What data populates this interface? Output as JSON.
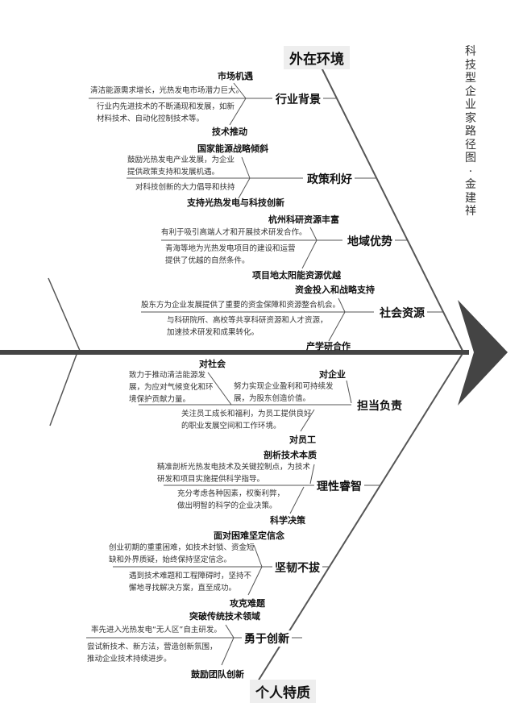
{
  "title": "科技型企业家路径图·金建祥",
  "upper": {
    "header": "外在环境",
    "branches": [
      {
        "label": "行业背景",
        "top": "市场机遇",
        "top_desc": "清洁能源需求增长，光热发电市场潜力巨大。",
        "bottom": "技术推动",
        "bottom_desc": "行业内先进技术的不断涌现和发展，如新材料技术、自动化控制技术等。"
      },
      {
        "label": "政策利好",
        "top": "国家能源战略倾斜",
        "top_desc": "鼓励光热发电产业发展，为企业提供政策支持和发展机遇。",
        "bottom": "支持光热发电与科技创新",
        "bottom_desc": "对科技创新的大力倡导和扶持"
      },
      {
        "label": "地域优势",
        "top": "杭州科研资源丰富",
        "top_desc": "有利于吸引高端人才和开展技术研发合作。",
        "bottom": "项目地太阳能资源优越",
        "bottom_desc": "青海等地为光热发电项目的建设和运营提供了优越的自然条件。"
      },
      {
        "label": "社会资源",
        "top": "资金投入和战略支持",
        "top_desc": "股东方为企业发展提供了重要的资金保障和资源整合机会。",
        "bottom": "产学研合作",
        "bottom_desc": "与科研院所、高校等共享科研资源和人才资源，加速技术研发和成果转化。"
      }
    ]
  },
  "lower": {
    "header": "个人特质",
    "branches": [
      {
        "label": "担当负责",
        "top": "对社会",
        "top_desc": "致力于推动清洁能源发展，为应对气候变化和环境保护贡献力量。",
        "top2": "对企业",
        "top2_desc": "努力实现企业盈利和可持续发展，为股东创造价值。",
        "bottom": "对员工",
        "bottom_desc": "关注员工成长和福利，为员工提供良好的职业发展空间和工作环境。"
      },
      {
        "label": "理性睿智",
        "top": "剖析技术本质",
        "top_desc": "精准剖析光热发电技术及关键控制点，为技术研发和项目实施提供科学指导。",
        "bottom": "科学决策",
        "bottom_desc": "充分考虑各种因素，权衡利弊，做出明智的科学的企业决策。"
      },
      {
        "label": "坚韧不拔",
        "top": "面对困难坚定信念",
        "top_desc": "创业初期的重重困难，如技术封锁、资金短缺和外界质疑，始终保持坚定信念。",
        "bottom": "攻克难题",
        "bottom_desc": "遇到技术难题和工程障碍时，坚持不懈地寻找解决方案，直至成功。"
      },
      {
        "label": "勇于创新",
        "top": "突破传统技术领域",
        "top_desc": "率先进入光热发电“无人区”自主研发。",
        "bottom": "鼓励团队创新",
        "bottom_desc": "尝试新技术、新方法，营造创新氛围，推动企业技术持续进步。"
      }
    ]
  }
}
